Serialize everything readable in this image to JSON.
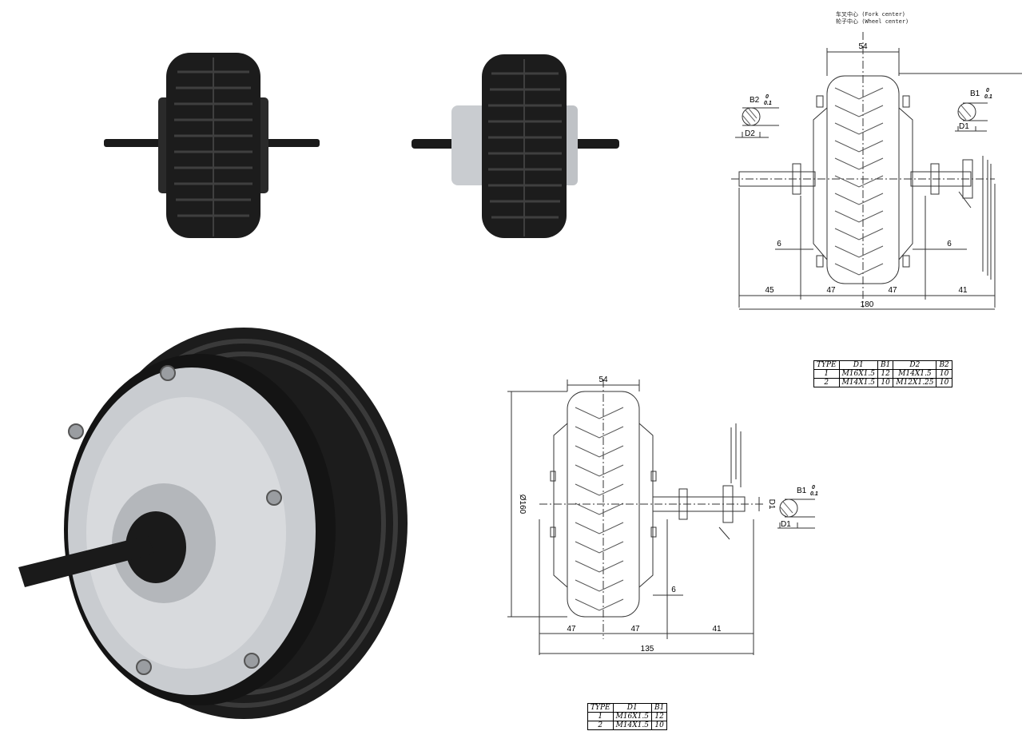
{
  "drawing_top": {
    "note_fork_center": "车叉中心 (Fork center)",
    "note_wheel_center": "轮子中心 (Wheel center)",
    "dim_width": "54",
    "dim_left_flange": "6",
    "dim_right_flange": "6",
    "dim_left_shaft": "45",
    "dim_half_left": "47",
    "dim_half_right": "47",
    "dim_right_shaft": "41",
    "dim_total": "180",
    "left_section": {
      "b_label": "B2",
      "tol_upper": "0",
      "tol_lower": "0.1",
      "d_label": "D2"
    },
    "right_section": {
      "b_label": "B1",
      "tol_upper": "0",
      "tol_lower": "0.1",
      "d_label": "D1"
    }
  },
  "drawing_bottom": {
    "dim_width": "54",
    "dim_diameter": "Ø160",
    "dim_flange": "6",
    "dim_half_left": "47",
    "dim_half_right": "47",
    "dim_shaft": "41",
    "dim_total": "135",
    "dim_shaft_d": "D1",
    "section": {
      "b_label": "B1",
      "tol_upper": "0",
      "tol_lower": "0.1",
      "d_label": "D1"
    }
  },
  "table_top": {
    "headers": [
      "TYPE",
      "D1",
      "B1",
      "D2",
      "B2"
    ],
    "rows": [
      [
        "1",
        "M16X1.5",
        "12",
        "M14X1.5",
        "10"
      ],
      [
        "2",
        "M14X1.5",
        "10",
        "M12X1.25",
        "10"
      ]
    ]
  },
  "table_bottom": {
    "headers": [
      "TYPE",
      "D1",
      "B1"
    ],
    "rows": [
      [
        "1",
        "M16X1.5",
        "12"
      ],
      [
        "2",
        "M14X1.5",
        "10"
      ]
    ]
  },
  "colors": {
    "tire": "#1c1c1c",
    "tread": "#3a3a3a",
    "aluminum": "#c9ccd0",
    "line": "#333333"
  }
}
